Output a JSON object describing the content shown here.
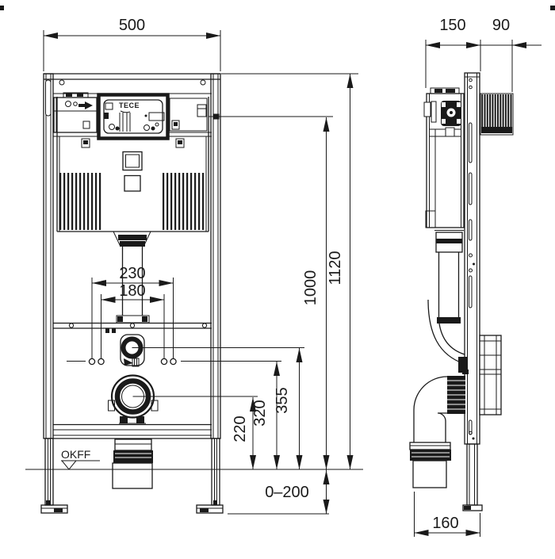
{
  "labels": {
    "brand": "TECE",
    "front": {
      "width": "500",
      "anchor_outer": "230",
      "anchor_inner": "180",
      "total_height": "1120",
      "actuation_height": "1000",
      "supply_height": "355",
      "anchor_height": "320",
      "outlet_height": "220",
      "floor_adjust": "0–200",
      "floor_level": "OKFF"
    },
    "side": {
      "depth": "150",
      "wall_offset": "90",
      "outlet_depth": "160"
    }
  },
  "colors": {
    "line": "#1a1a1a",
    "background": "#ffffff"
  }
}
